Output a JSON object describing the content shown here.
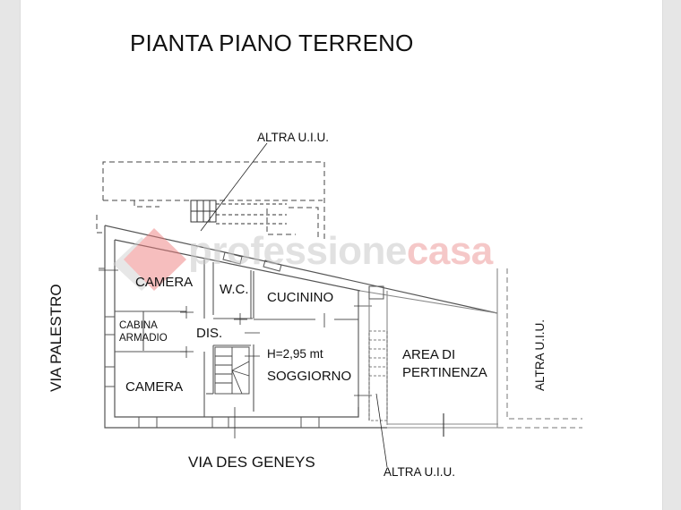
{
  "title": "PIANTA PIANO TERRENO",
  "watermark": {
    "part1": "professione",
    "part2": "casa",
    "logo_color": "#ee7f7f",
    "gray_color": "#cfcfcf"
  },
  "rooms": {
    "camera_top": "CAMERA",
    "wc": "W.C.",
    "cucinino": "CUCININO",
    "cabina_line1": "CABINA",
    "cabina_line2": "ARMADIO",
    "dis": "DIS.",
    "height_note": "H=2,95 mt",
    "soggiorno": "SOGGIORNO",
    "camera_bottom": "CAMERA",
    "area_line1": "AREA DI",
    "area_line2": "PERTINENZA"
  },
  "labels": {
    "altra_top": "ALTRA U.I.U.",
    "altra_right": "ALTRA U.I.U.",
    "altra_bottom": "ALTRA U.I.U."
  },
  "streets": {
    "left": "VIA PALESTRO",
    "bottom": "VIA DES GENEYS"
  }
}
